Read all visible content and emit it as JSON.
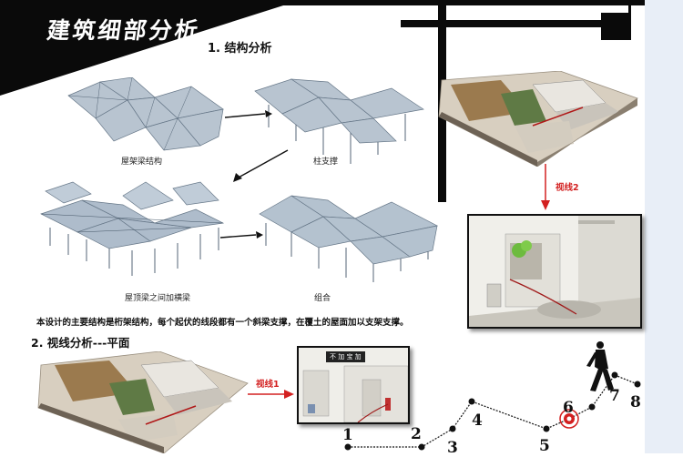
{
  "header": {
    "title": "建筑细部分析"
  },
  "section1": {
    "heading": "1. 结构分析",
    "captions": {
      "roof_truss": "屋架梁结构",
      "column_support": "柱支撑",
      "cross_beam": "屋顶梁之间加横梁",
      "combination": "组合"
    }
  },
  "description": "本设计的主要结构是桁架结构，每个起伏的线段都有一个斜梁支撑，在覆土的屋面加以支架支撑。",
  "section2": {
    "heading": "2. 视线分析---平面"
  },
  "sightlines": {
    "line1": "视线1",
    "line2": "视线2"
  },
  "sign_text": "不 加 宝 加",
  "path_points": [
    "1",
    "2",
    "3",
    "4",
    "5",
    "6",
    "7",
    "8"
  ],
  "colors": {
    "accent_red": "#d32020",
    "band_black": "#0a0a0a"
  }
}
